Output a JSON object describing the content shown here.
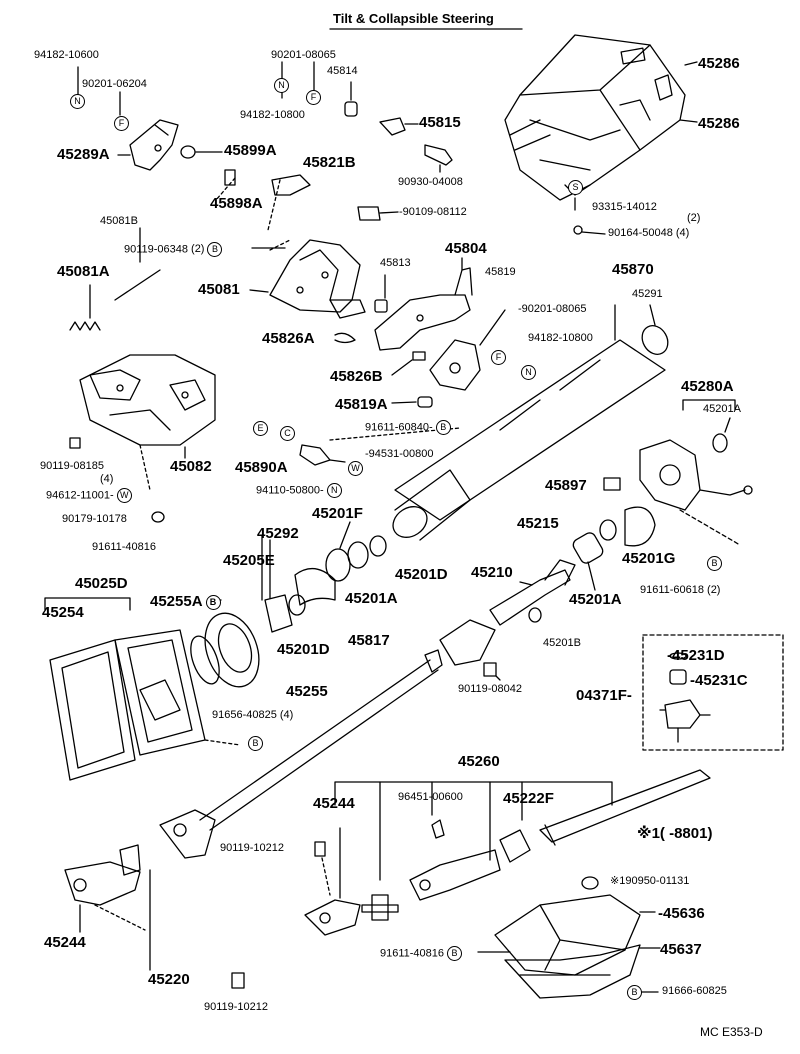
{
  "title": "Tilt & Collapsible Steering",
  "footer": "MC  E353-D",
  "inset_label": "※1 (      -8801)",
  "mark_icons": [
    "N",
    "F",
    "S",
    "B",
    "W"
  ],
  "labels": {
    "p94182_10600": "94182-10600",
    "p90201_06204": "90201-06204",
    "p45289A": "45289A",
    "p90201_08065_top": "90201-08065",
    "p45814": "45814",
    "p94182_10800_top": "94182-10800",
    "p45899A": "45899A",
    "p45898A": "45898A",
    "p45815": "45815",
    "p90930_04008": "90930-04008",
    "p45821B": "45821B",
    "p45286_a": "45286",
    "p45286_b": "45286",
    "p93315_14012": "93315-14012",
    "p93315_qty": "(2)",
    "p90164_50048": "90164-50048",
    "p90164_qty": "(4)",
    "p45081B": "45081B",
    "p90119_06348": "90119-06348",
    "p90119_06348_qty": "(2)",
    "p90109_08112": "90109-08112",
    "p45081A": "45081A",
    "p45804": "45804",
    "p45813": "45813",
    "p45819": "45819",
    "p45081": "45081",
    "p45870": "45870",
    "p45291": "45291",
    "p90201_08065_mid": "90201-08065",
    "p45826A": "45826A",
    "p94182_10800_mid": "94182-10800",
    "p45826B": "45826B",
    "p45819A": "45819A",
    "p45280A": "45280A",
    "p45201A_r": "45201A",
    "p91611_60840": "91611-60840",
    "p90119_08185": "90119-08185",
    "p90119_08185_qty": "(4)",
    "p45082": "45082",
    "p45890A": "45890A",
    "p94531_00800": "94531-00800",
    "p94612_11001": "94612-11001",
    "p94110_50800": "94110-50800",
    "p45897": "45897",
    "p90179_10178": "90179-10178",
    "p45201F": "45201F",
    "p45215": "45215",
    "p45201G": "45201G",
    "p45292": "45292",
    "p91611_40816_top": "91611-40816",
    "p45205E": "45205E",
    "p45201D_a": "45201D",
    "p45210": "45210",
    "p45025D": "45025D",
    "p45255A": "45255A",
    "p45201A_c": "45201A",
    "p45201A_d": "45201A",
    "p91611_60618": "91611-60618",
    "p91611_60618_qty": "(2)",
    "p45254": "45254",
    "p45817": "45817",
    "p45201D_b": "45201D",
    "p45201B": "45201B",
    "p45231D": "45231D",
    "p45231C": "45231C",
    "p45255": "45255",
    "p04371F": "04371F",
    "p91656_40825": "91656-40825",
    "p91656_qty": "(4)",
    "p90119_08042": "90119-08042",
    "p45260": "45260",
    "p45244_mid": "45244",
    "p96451_00600": "96451-00600",
    "p45222F": "45222F",
    "p8801_note": "※1(       -8801)",
    "p90119_10212_mid": "90119-10212",
    "p190950_01131": "※190950-01131",
    "p45636": "45636",
    "p45244_left": "45244",
    "p45637": "45637",
    "p91611_40816_bot": "91611-40816",
    "p45220": "45220",
    "p91666_60825": "91666-60825",
    "p90119_10212_bot": "90119-10212"
  },
  "colors": {
    "ink": "#000000",
    "paper": "#ffffff"
  }
}
